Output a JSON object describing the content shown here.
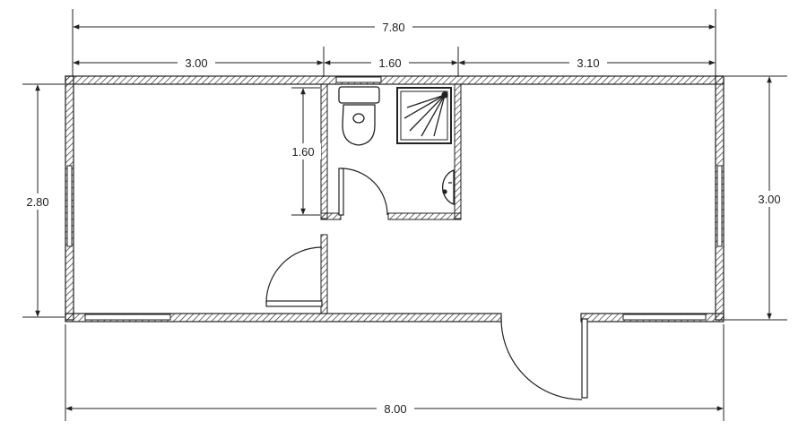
{
  "dimensions": {
    "overall_top": "7.80",
    "left_room": "3.00",
    "bathroom_width": "1.60",
    "right_room": "3.10",
    "overall_bottom": "8.00",
    "left_height": "2.80",
    "right_height": "3.00",
    "bathroom_depth": "1.60"
  }
}
